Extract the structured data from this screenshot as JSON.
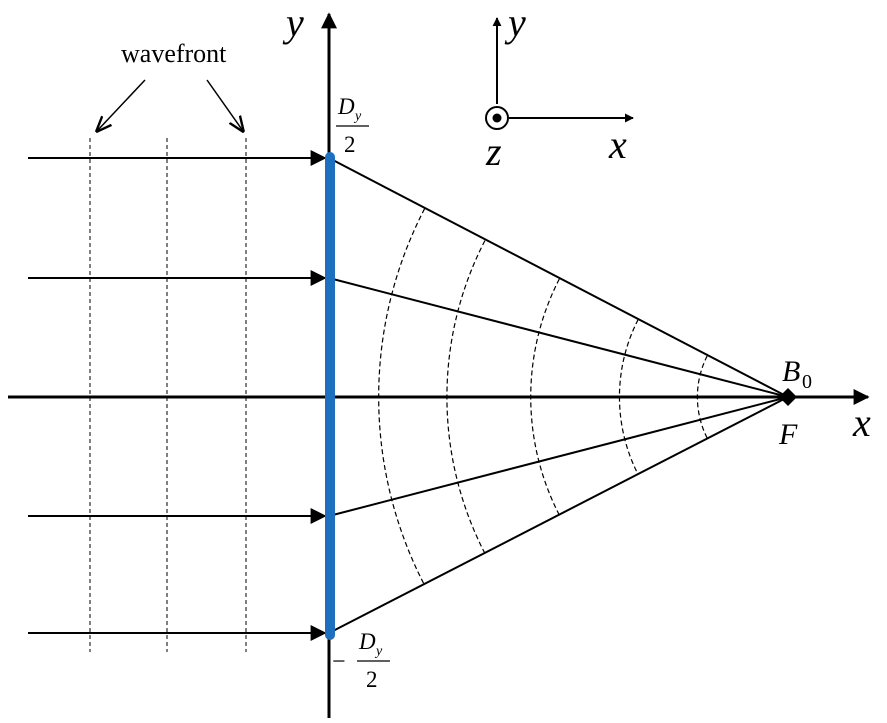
{
  "labels": {
    "wavefront": "wavefront",
    "y_axis": "y",
    "x_axis": "x",
    "inset_y": "y",
    "inset_x": "x",
    "inset_z": "z",
    "top_dy": "D",
    "top_sub": "y",
    "top_den": "2",
    "bot_minus": "−",
    "bot_dy": "D",
    "bot_sub": "y",
    "bot_den": "2",
    "focus_b": "B",
    "focus_sub": "0",
    "focus_f": "F"
  },
  "colors": {
    "aperture": "#1f6fbf",
    "ink": "#000000"
  }
}
